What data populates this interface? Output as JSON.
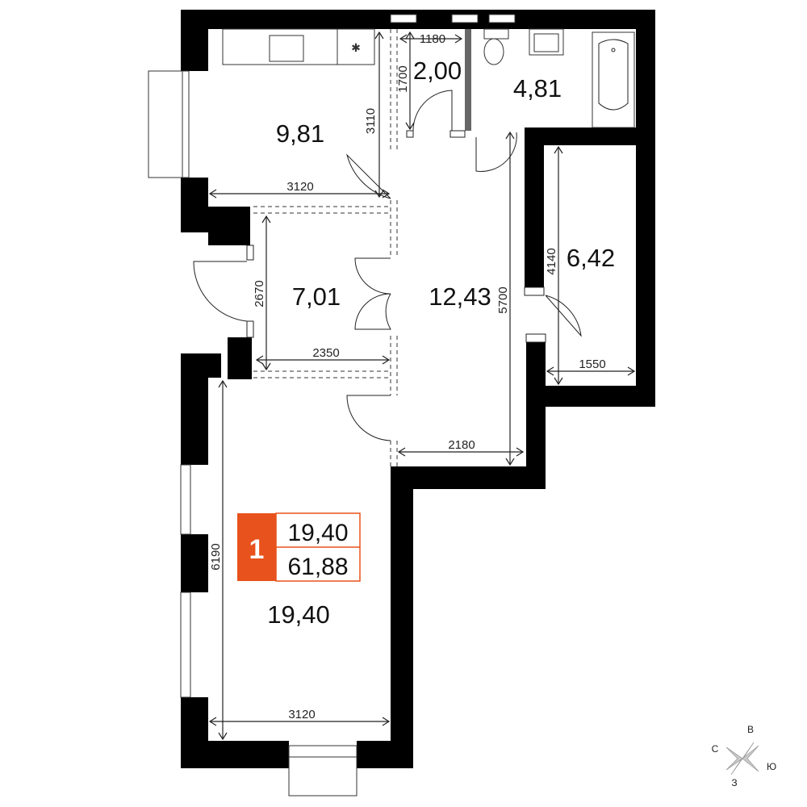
{
  "rooms": {
    "kitchen": "9,81",
    "wc": "2,00",
    "bath": "4,81",
    "storage": "6,42",
    "small_room": "7,01",
    "hall": "12,43",
    "living": "19,40"
  },
  "dimensions": {
    "kitchen_width": "3120",
    "kitchen_depth": "3110",
    "wc_width": "1180",
    "wc_depth": "1700",
    "hall_length": "5700",
    "storage_length": "4140",
    "storage_width": "1550",
    "small_room_depth": "2670",
    "small_room_width": "2350",
    "hall_width": "2180",
    "living_length": "6190",
    "living_width": "3120"
  },
  "badge": {
    "rooms_count": "1",
    "living_area": "19,40",
    "total_area": "61,88",
    "accent_color": "#E8521C"
  },
  "compass": {
    "north": "С",
    "east": "В",
    "south": "Ю",
    "west": "З"
  }
}
